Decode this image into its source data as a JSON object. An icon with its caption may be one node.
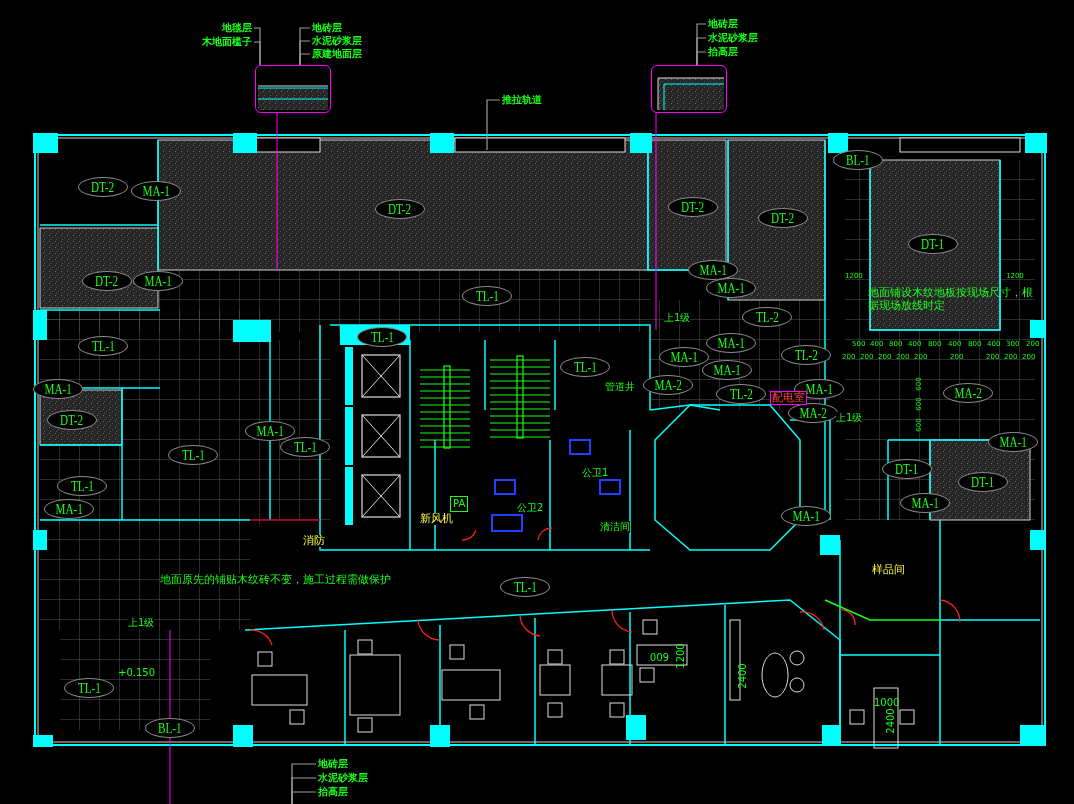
{
  "diagram": {
    "nodes": [
      {
        "text": [
          "DT-2"
        ]
      },
      {
        "text": [
          "MA-1"
        ]
      },
      {
        "text": [
          "DT-2"
        ]
      },
      {
        "text": [
          "DT-2"
        ]
      },
      {
        "text": [
          "MA-1"
        ]
      },
      {
        "text": [
          "TL-1"
        ]
      },
      {
        "text": [
          "TL-1"
        ]
      },
      {
        "text": [
          "TL-1"
        ]
      },
      {
        "text": [
          "MA-1"
        ]
      },
      {
        "text": [
          "DT-2"
        ]
      },
      {
        "text": [
          "TL-1"
        ]
      },
      {
        "text": [
          "MA-1"
        ]
      },
      {
        "text": [
          "TL-1"
        ]
      },
      {
        "text": [
          "TL-1"
        ]
      },
      {
        "text": [
          "MA-1"
        ]
      },
      {
        "text": [
          "DT-2"
        ]
      },
      {
        "text": [
          "DT-2"
        ]
      },
      {
        "text": [
          "DT-1"
        ]
      },
      {
        "text": [
          "BL-1"
        ]
      },
      {
        "text": [
          "MA-1"
        ]
      },
      {
        "text": [
          "MA-1"
        ]
      },
      {
        "text": [
          "TL-2"
        ]
      },
      {
        "text": [
          "TL-1"
        ]
      },
      {
        "text": [
          "MA-2"
        ]
      },
      {
        "text": [
          "MA-1"
        ]
      },
      {
        "text": [
          "MA-1"
        ]
      },
      {
        "text": [
          "MA-1"
        ]
      },
      {
        "text": [
          "TL-2"
        ]
      },
      {
        "text": [
          "TL-2"
        ]
      },
      {
        "text": [
          "MA-1"
        ]
      },
      {
        "text": [
          "MA-2"
        ]
      },
      {
        "text": [
          "MA-2"
        ]
      },
      {
        "text": [
          "MA-1"
        ]
      },
      {
        "text": [
          "DT-1"
        ]
      },
      {
        "text": [
          "DT-1"
        ]
      },
      {
        "text": [
          "MA-1"
        ]
      },
      {
        "text": [
          "MA-1"
        ]
      },
      {
        "text": [
          "TL-1"
        ]
      },
      {
        "text": [
          "TL-1"
        ]
      },
      {
        "text": [
          "BL-1"
        ]
      },
      {
        "text": [
          "地毯层"
        ]
      },
      {
        "text": [
          "木地面槛子"
        ]
      },
      {
        "text": [
          "地砖层"
        ]
      },
      {
        "text": [
          "水泥砂浆层"
        ]
      },
      {
        "text": [
          "原建地面层"
        ]
      },
      {
        "text": [],
        "shape": "picture"
      },
      {
        "text": [
          "地砖层"
        ]
      },
      {
        "text": [
          "水泥砂浆层"
        ]
      },
      {
        "text": [
          "抬高层"
        ]
      },
      {
        "text": [],
        "shape": "picture"
      },
      {
        "text": [
          "推拉轨道"
        ]
      },
      {
        "text": [
          "地砖层"
        ]
      },
      {
        "text": [
          "水泥砂浆层"
        ]
      },
      {
        "text": [
          "抬高层"
        ]
      }
    ],
    "edges": [
      {
        "from": 40,
        "to": 45,
        "arrow": "none"
      },
      {
        "from": 41,
        "to": 45,
        "arrow": "none"
      },
      {
        "from": 42,
        "to": 45,
        "arrow": "none"
      },
      {
        "from": 43,
        "to": 45,
        "arrow": "none"
      },
      {
        "from": 44,
        "to": 45,
        "arrow": "none"
      },
      {
        "from": 46,
        "to": 49,
        "arrow": "none"
      },
      {
        "from": 47,
        "to": 49,
        "arrow": "none"
      },
      {
        "from": 48,
        "to": 49,
        "arrow": "none"
      },
      {
        "from": 50,
        "to": null,
        "arrow": "none"
      },
      {
        "from": 51,
        "to": null,
        "arrow": "none"
      },
      {
        "from": 52,
        "to": null,
        "arrow": "none"
      },
      {
        "from": 53,
        "to": null,
        "arrow": "none"
      }
    ],
    "labels": [
      "上1级",
      "管道井",
      "配电室",
      "上1级",
      "公卫1",
      "PA",
      "公卫2",
      "新风机",
      "清洁间",
      "消防",
      "地面原先的铺贴木纹砖不变，施工过程需做保护",
      "样品间",
      "上1级",
      "+0.150",
      "600",
      "1200",
      "2400",
      "1000",
      "2400",
      "地面铺设木纹地板按现场尺寸，根据现场放线时定",
      "1200",
      "1200",
      "500",
      "400",
      "800",
      "400",
      "800",
      "400",
      "800",
      "400",
      "300",
      "200",
      "200",
      "200",
      "200",
      "200",
      "200",
      "200",
      "200",
      "200",
      "200",
      "600",
      "600",
      "600"
    ]
  }
}
